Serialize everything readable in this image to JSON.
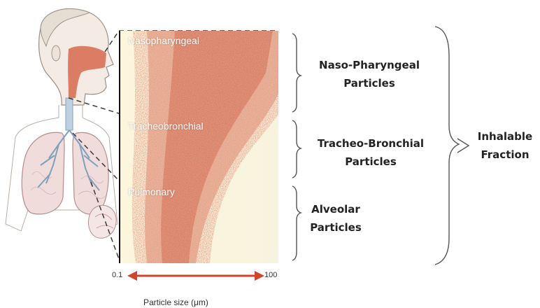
{
  "regions": {
    "nasopharyngeal": "Nasopharyngeal",
    "tracheobronchial": "Tracheobronchial",
    "pulmonary": "Pulmonary"
  },
  "axis": {
    "min_label": "0.1",
    "max_label": "100",
    "title": "Particle size (μm)"
  },
  "particle_labels": {
    "naso_line1": "Naso-Pharyngeal",
    "naso_line2": "Particles",
    "tracheo_line1": "Tracheo-Bronchial",
    "tracheo_line2": "Particles",
    "alveolar_line1": "Alveolar",
    "alveolar_line2": "Particles"
  },
  "fraction": {
    "line1": "Inhalable",
    "line2": "Fraction"
  },
  "colors": {
    "deposition": "#c8553a",
    "background": "#f8f4d8",
    "arrow": "#d0452c"
  },
  "illustration": "human-respiratory-tract"
}
